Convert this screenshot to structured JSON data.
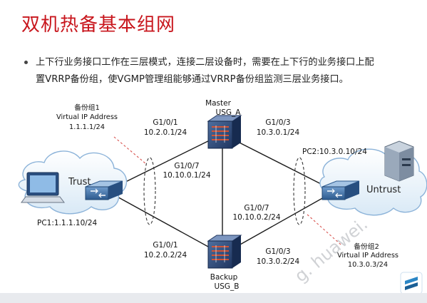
{
  "slide": {
    "title": "双机热备基本组网",
    "bullet_line1": "上下行业务接口工作在三层模式，连接二层设备时，需要在上下行的业务接口上配",
    "bullet_line2": "置VRRP备份组，使VGMP管理组能够通过VRRP备份组监测三层业务接口。"
  },
  "diagram": {
    "master": {
      "role": "Master",
      "name": "USG_A"
    },
    "backup": {
      "role": "Backup",
      "name": "USG_B"
    },
    "trust": "Trust",
    "untrust": "Untrust",
    "vrrp_group1": {
      "name": "备份组1",
      "vip_label": "Virtual IP Address",
      "ip": "1.1.1.1/24"
    },
    "vrrp_group2": {
      "name": "备份组2",
      "vip_label": "Virtual IP Address",
      "ip": "10.3.0.3/24"
    },
    "pc1": "PC1:1.1.1.10/24",
    "pc2": "PC2:10.3.0.10/24",
    "interfaces": {
      "a_down": {
        "port": "G1/0/1",
        "ip": "10.2.0.1/24"
      },
      "a_hb": {
        "port": "G1/0/7",
        "ip": "10.10.0.1/24"
      },
      "a_up": {
        "port": "G1/0/3",
        "ip": "10.3.0.1/24"
      },
      "b_hb": {
        "port": "G1/0/7",
        "ip": "10.10.0.2/24"
      },
      "b_down": {
        "port": "G1/0/1",
        "ip": "10.2.0.2/24"
      },
      "b_up": {
        "port": "G1/0/3",
        "ip": "10.3.0.2/24"
      }
    }
  },
  "watermark": "g. huawei."
}
